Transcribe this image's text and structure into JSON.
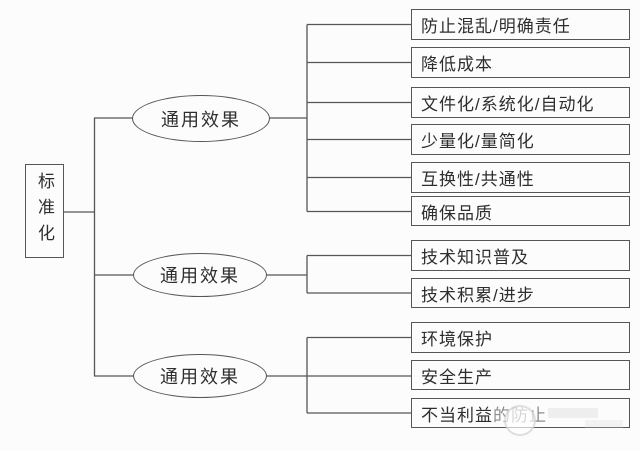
{
  "diagram": {
    "root": {
      "label": "标准化"
    },
    "branches": [
      {
        "label": "通用效果",
        "children": [
          "防止混乱/明确责任",
          "降低成本",
          "文件化/系统化/自动化",
          "少量化/量简化",
          "互换性/共通性",
          "确保品质"
        ]
      },
      {
        "label": "通用效果",
        "children": [
          "技术知识普及",
          "技术积累/进步"
        ]
      },
      {
        "label": "通用效果",
        "children": [
          "环境保护",
          "安全生产",
          "不当利益的防止"
        ]
      }
    ]
  },
  "colors": {
    "line": "#565656",
    "text": "#2e2e2e",
    "background": "#fcfcfc"
  }
}
